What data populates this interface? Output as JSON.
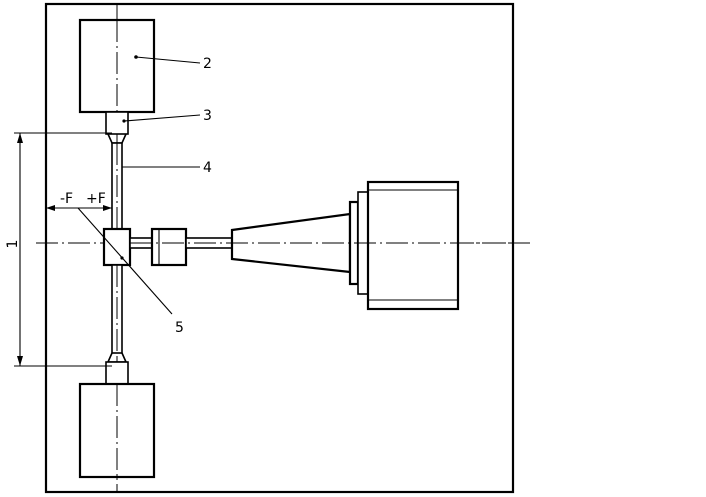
{
  "labels": {
    "label_1": "1",
    "label_2": "2",
    "label_3": "3",
    "label_4": "4",
    "label_5": "5",
    "label_minus_f": "-F",
    "label_plus_f": "+F"
  }
}
